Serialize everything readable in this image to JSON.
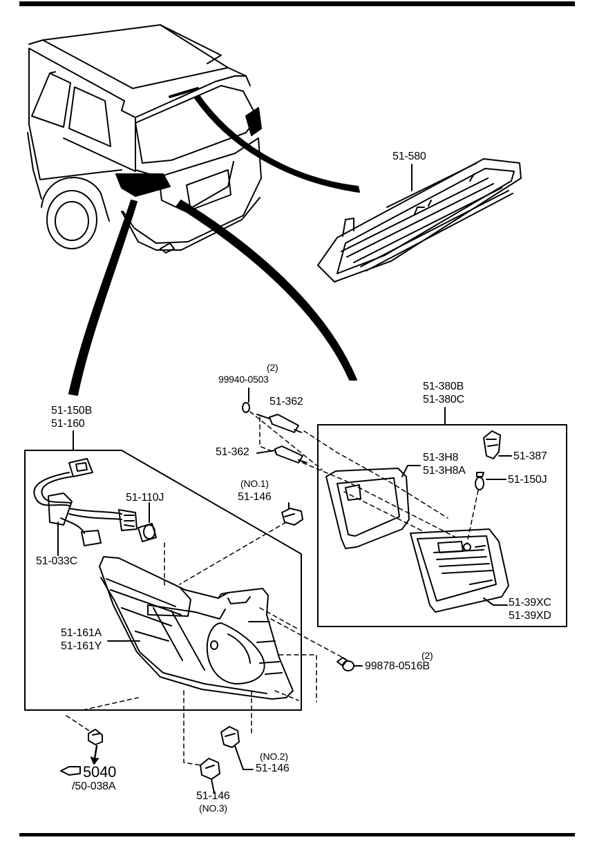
{
  "parts": {
    "high_mount_stop_lamp": "51-580",
    "rear_combination_lamp_inner": [
      "51-380B",
      "51-380C"
    ],
    "rear_combination_lamp_outer": [
      "51-150B",
      "51-160"
    ],
    "screw_qty": "(2)",
    "screw": "99940-0503",
    "stud_upper": "51-362",
    "stud_lower": "51-362",
    "gasket": [
      "51-3H8",
      "51-3H8A"
    ],
    "socket": "51-387",
    "bulb_inner": "51-150J",
    "lens_inner": [
      "51-39XC",
      "51-39XD"
    ],
    "bulb_outer": "51-110J",
    "wiring_harness": "51-033C",
    "lens_outer": [
      "51-161A",
      "51-161Y"
    ],
    "nut_no1_note": "(NO.1)",
    "nut_no1": "51-146",
    "bolt_qty": "(2)",
    "bolt": "99878-0516B",
    "nut_no2_note": "(NO.2)",
    "nut_no2": "51-146",
    "nut_no3": "51-146",
    "nut_no3_note": "(NO.3)",
    "clip_ref": "5040",
    "clip_ref_sub": "/50-038A"
  }
}
